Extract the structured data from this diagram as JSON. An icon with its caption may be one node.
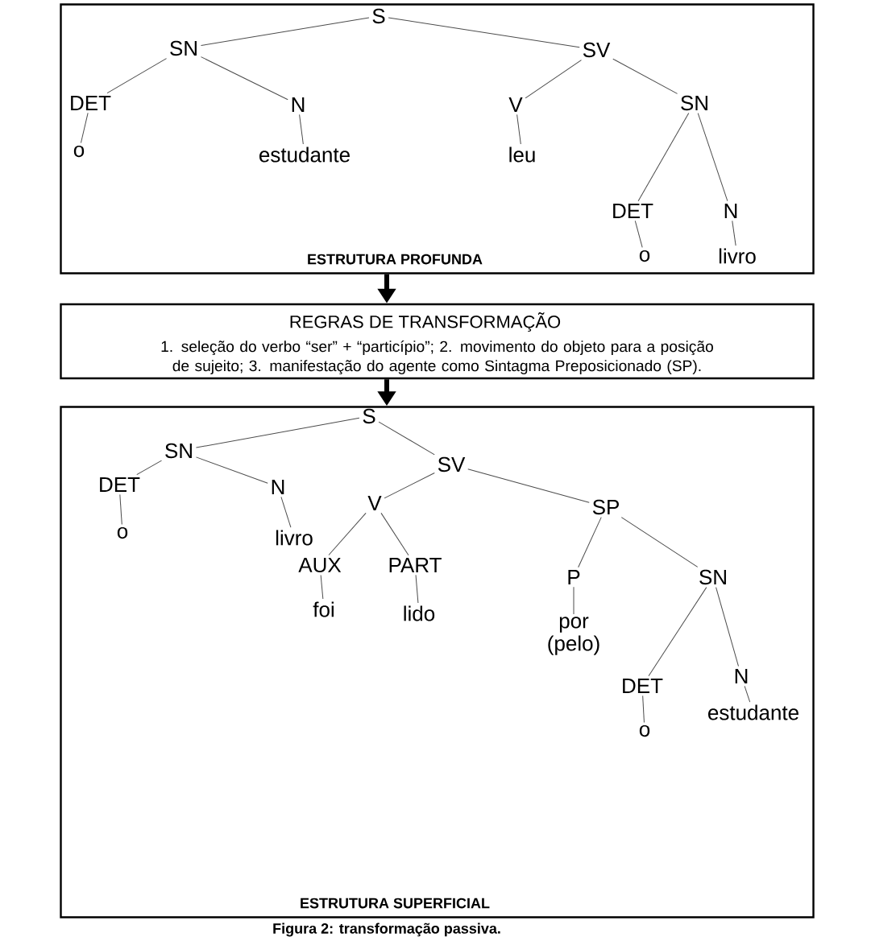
{
  "diagram": {
    "caption": "Figura 2: transformação passiva.",
    "nodes": [
      {
        "text": [
          "ESTRUTURA PROFUNDA"
        ]
      },
      {
        "text": [
          "S"
        ],
        "in": 0
      },
      {
        "text": [
          "SN"
        ],
        "in": 0
      },
      {
        "text": [
          "SV"
        ],
        "in": 0
      },
      {
        "text": [
          "DET"
        ],
        "in": 0
      },
      {
        "text": [
          "o"
        ],
        "in": 0
      },
      {
        "text": [
          "N"
        ],
        "in": 0
      },
      {
        "text": [
          "estudante"
        ],
        "in": 0
      },
      {
        "text": [
          "V"
        ],
        "in": 0
      },
      {
        "text": [
          "leu"
        ],
        "in": 0
      },
      {
        "text": [
          "SN"
        ],
        "in": 0
      },
      {
        "text": [
          "DET"
        ],
        "in": 0
      },
      {
        "text": [
          "o"
        ],
        "in": 0
      },
      {
        "text": [
          "N"
        ],
        "in": 0
      },
      {
        "text": [
          "livro"
        ],
        "in": 0
      },
      {
        "text": [
          "REGRAS DE TRANSFORMAÇÃO",
          "1. seleção do verbo “ser” + “particípio”; 2. movimento do objeto para a posição de sujeito; 3. manifestação do agente como Sintagma Preposicionado (SP)."
        ]
      },
      {
        "text": [
          "ESTRUTURA SUPERFICIAL"
        ]
      },
      {
        "text": [
          "S"
        ],
        "in": 16
      },
      {
        "text": [
          "SN"
        ],
        "in": 16
      },
      {
        "text": [
          "DET"
        ],
        "in": 16
      },
      {
        "text": [
          "o"
        ],
        "in": 16
      },
      {
        "text": [
          "N"
        ],
        "in": 16
      },
      {
        "text": [
          "livro"
        ],
        "in": 16
      },
      {
        "text": [
          "SV"
        ],
        "in": 16
      },
      {
        "text": [
          "V"
        ],
        "in": 16
      },
      {
        "text": [
          "AUX"
        ],
        "in": 16
      },
      {
        "text": [
          "foi"
        ],
        "in": 16
      },
      {
        "text": [
          "PART"
        ],
        "in": 16
      },
      {
        "text": [
          "lido"
        ],
        "in": 16
      },
      {
        "text": [
          "SP"
        ],
        "in": 16
      },
      {
        "text": [
          "P"
        ],
        "in": 16
      },
      {
        "text": [
          "por (pelo)"
        ],
        "in": 16
      },
      {
        "text": [
          "SN"
        ],
        "in": 16
      },
      {
        "text": [
          "DET"
        ],
        "in": 16
      },
      {
        "text": [
          "o"
        ],
        "in": 16
      },
      {
        "text": [
          "N"
        ],
        "in": 16
      },
      {
        "text": [
          "estudante"
        ],
        "in": 16
      }
    ],
    "edges": [
      {
        "from": 1,
        "to": 2,
        "arrow": "none"
      },
      {
        "from": 1,
        "to": 3,
        "arrow": "none"
      },
      {
        "from": 2,
        "to": 4,
        "arrow": "none"
      },
      {
        "from": 2,
        "to": 6,
        "arrow": "none"
      },
      {
        "from": 4,
        "to": 5,
        "arrow": "none"
      },
      {
        "from": 6,
        "to": 7,
        "arrow": "none"
      },
      {
        "from": 3,
        "to": 8,
        "arrow": "none"
      },
      {
        "from": 3,
        "to": 10,
        "arrow": "none"
      },
      {
        "from": 8,
        "to": 9,
        "arrow": "none"
      },
      {
        "from": 10,
        "to": 11,
        "arrow": "none"
      },
      {
        "from": 10,
        "to": 13,
        "arrow": "none"
      },
      {
        "from": 11,
        "to": 12,
        "arrow": "none"
      },
      {
        "from": 13,
        "to": 14,
        "arrow": "none"
      },
      {
        "from": 0,
        "to": 15,
        "arrow": "to",
        "style": "thick"
      },
      {
        "from": 15,
        "to": 16,
        "arrow": "to",
        "style": "thick"
      },
      {
        "from": 17,
        "to": 18,
        "arrow": "none"
      },
      {
        "from": 17,
        "to": 23,
        "arrow": "none"
      },
      {
        "from": 18,
        "to": 19,
        "arrow": "none"
      },
      {
        "from": 18,
        "to": 21,
        "arrow": "none"
      },
      {
        "from": 19,
        "to": 20,
        "arrow": "none"
      },
      {
        "from": 21,
        "to": 22,
        "arrow": "none"
      },
      {
        "from": 23,
        "to": 24,
        "arrow": "none"
      },
      {
        "from": 23,
        "to": 29,
        "arrow": "none"
      },
      {
        "from": 24,
        "to": 25,
        "arrow": "none"
      },
      {
        "from": 24,
        "to": 27,
        "arrow": "none"
      },
      {
        "from": 25,
        "to": 26,
        "arrow": "none"
      },
      {
        "from": 27,
        "to": 28,
        "arrow": "none"
      },
      {
        "from": 29,
        "to": 30,
        "arrow": "none"
      },
      {
        "from": 29,
        "to": 32,
        "arrow": "none"
      },
      {
        "from": 30,
        "to": 31,
        "arrow": "none"
      },
      {
        "from": 32,
        "to": 33,
        "arrow": "none"
      },
      {
        "from": 32,
        "to": 35,
        "arrow": "none"
      },
      {
        "from": 33,
        "to": 34,
        "arrow": "none"
      },
      {
        "from": 35,
        "to": 36,
        "arrow": "none"
      }
    ]
  }
}
